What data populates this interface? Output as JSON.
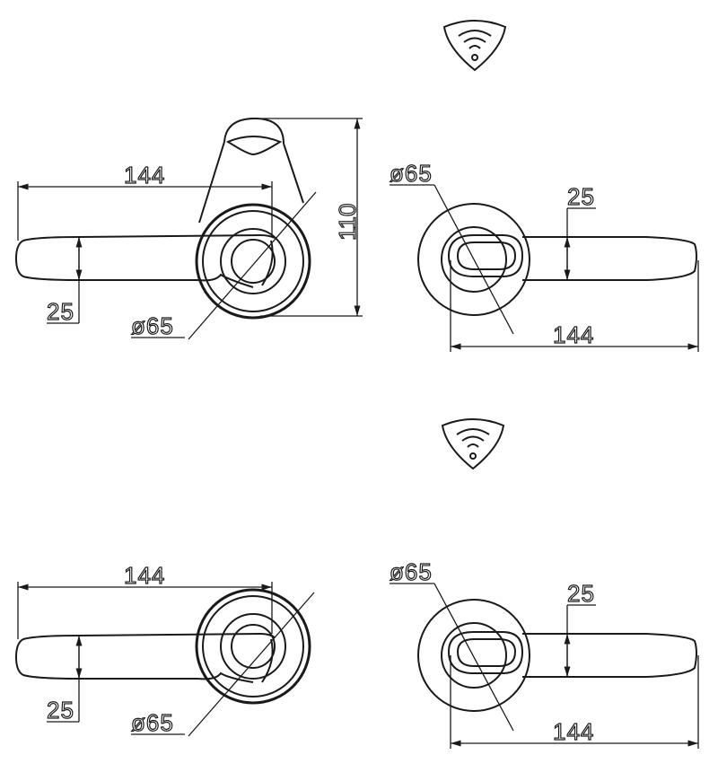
{
  "dimensions": {
    "lever_length": "144",
    "lever_width": "25",
    "rose_diameter": "ø65",
    "height": "110"
  },
  "icons": {
    "top": "wifi-icon",
    "bottom": "wifi-icon"
  }
}
